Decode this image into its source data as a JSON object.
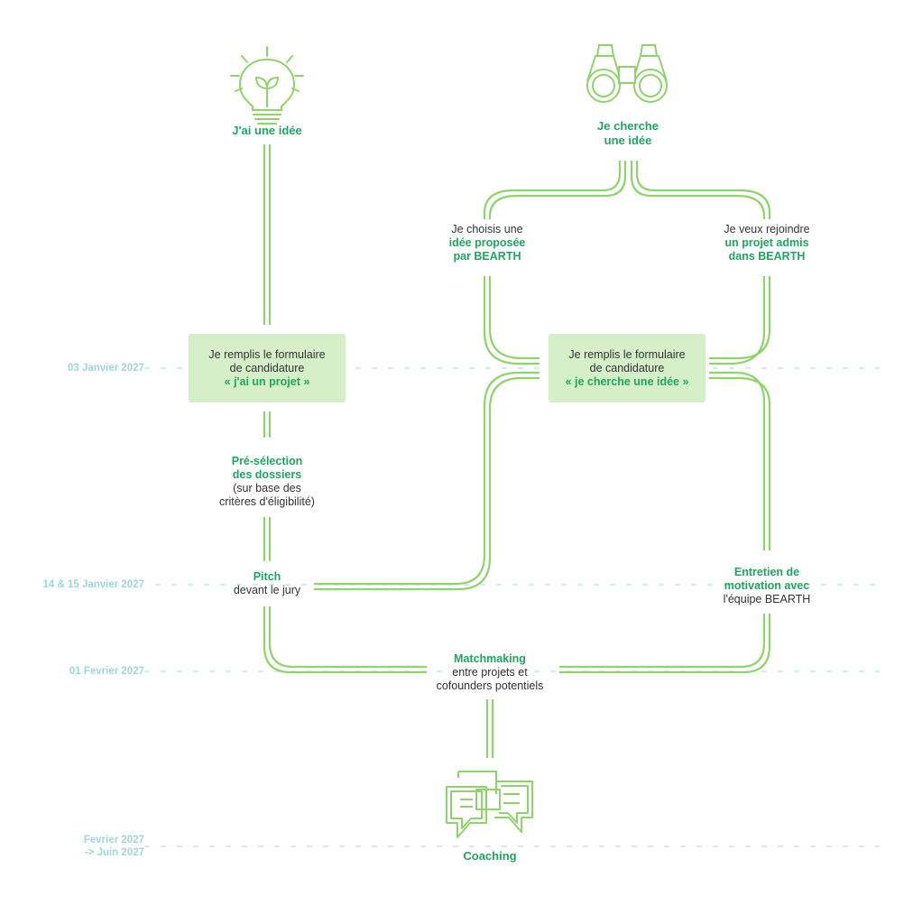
{
  "colors": {
    "line": "#8fd46a",
    "accent": "#1fa463",
    "box": "#d5f0c8",
    "date": "#9ed8d4",
    "dash": "#b8e3e0"
  },
  "icons": [
    "lightbulb-icon",
    "binoculars-icon",
    "chat-bubbles-icon"
  ],
  "dates": {
    "d1": "03 Janvier 2027",
    "d2": "14 & 15 Janvier 2027",
    "d3": "01 Fevrier 2027",
    "d4a": "Fevrier 2027",
    "d4b": "-> Juin 2027"
  },
  "left": {
    "heading": "J'ai une idée",
    "form": {
      "line1": "Je remplis le formulaire",
      "line2": "de candidature",
      "title": "« j'ai un projet »"
    },
    "preselection": {
      "bold1": "Pré-sélection",
      "bold2": "des dossiers",
      "text1": "(sur base des",
      "text2": "critères d'éligibilité)"
    },
    "pitch": {
      "bold": "Pitch",
      "text": "devant le jury"
    }
  },
  "right": {
    "heading1": "Je cherche",
    "heading2": "une idée",
    "option_a": {
      "text": "Je choisis une",
      "bold1": "idée proposée",
      "bold2": "par BEARTH"
    },
    "option_b": {
      "text": "Je veux rejoindre",
      "bold1": "un projet admis",
      "bold2": "dans BEARTH"
    },
    "form": {
      "line1": "Je remplis le formulaire",
      "line2": "de candidature",
      "title": "« je cherche une idée »"
    },
    "interview": {
      "bold1": "Entretien de",
      "bold2": "motivation avec",
      "text": "l'équipe BEARTH"
    }
  },
  "matchmaking": {
    "bold": "Matchmaking",
    "text1": "entre projets et",
    "text2": "cofounders potentiels"
  },
  "coaching": "Coaching"
}
